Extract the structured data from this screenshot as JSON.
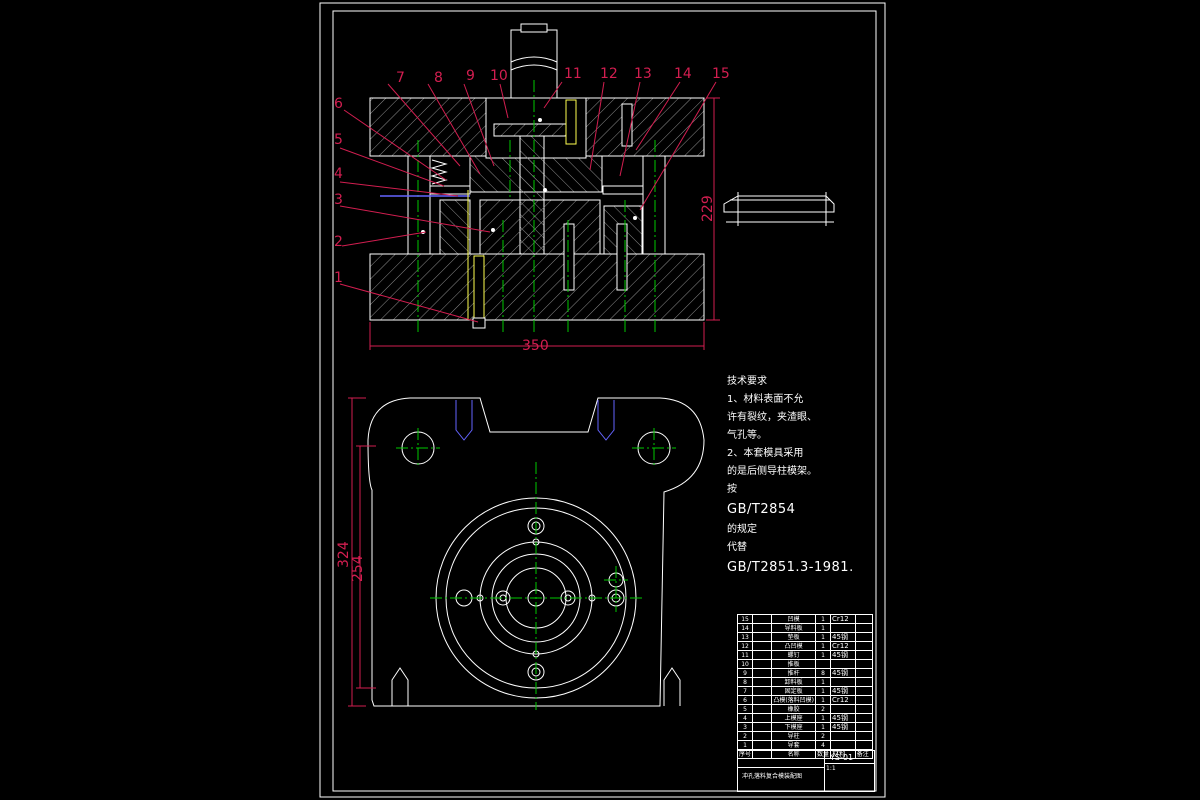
{
  "drawing": {
    "part_labels": [
      "1",
      "2",
      "3",
      "4",
      "5",
      "6",
      "7",
      "8",
      "9",
      "10",
      "11",
      "12",
      "13",
      "14",
      "15"
    ],
    "dimensions": {
      "width_front": "350",
      "height_front": "229",
      "plan_outer": "324",
      "plan_inner": "254"
    },
    "colors": {
      "background": "#000000",
      "outline": "#ffffff",
      "leader": "#d21e50",
      "centerline": "#00c800",
      "hatch": "#8c8c8c",
      "hidden": "#6464ff",
      "highlight": "#ffff50"
    }
  },
  "technical_requirements": {
    "title": "技术要求",
    "lines": [
      "1、材料表面不允",
      "许有裂纹，夹渣眼、",
      "气孔等。",
      "2、本套模具采用",
      "的是后侧导柱模架。",
      "按",
      "GB/T2854",
      "的规定",
      "代替",
      "GB/T2851.3-1981."
    ]
  },
  "bom": {
    "rows": [
      {
        "no": "15",
        "name": "凹模",
        "qty": "1",
        "material": "Cr12"
      },
      {
        "no": "14",
        "name": "导料板",
        "qty": "1",
        "material": ""
      },
      {
        "no": "13",
        "name": "垫板",
        "qty": "1",
        "material": "45钢"
      },
      {
        "no": "12",
        "name": "凸凹模",
        "qty": "1",
        "material": "Cr12"
      },
      {
        "no": "11",
        "name": "螺钉",
        "qty": "1",
        "material": "45钢"
      },
      {
        "no": "10",
        "name": "推板",
        "qty": "",
        "material": ""
      },
      {
        "no": "9",
        "name": "推杆",
        "qty": "8",
        "material": "45钢"
      },
      {
        "no": "8",
        "name": "卸料板",
        "qty": "1",
        "material": ""
      },
      {
        "no": "7",
        "name": "固定板",
        "qty": "1",
        "material": "45钢"
      },
      {
        "no": "6",
        "name": "凸模(落料凹模)",
        "qty": "1",
        "material": "Cr12"
      },
      {
        "no": "5",
        "name": "橡胶",
        "qty": "2",
        "material": ""
      },
      {
        "no": "4",
        "name": "上模座",
        "qty": "1",
        "material": "45钢"
      },
      {
        "no": "3",
        "name": "下模座",
        "qty": "1",
        "material": "45钢"
      },
      {
        "no": "2",
        "name": "导柱",
        "qty": "2",
        "material": ""
      },
      {
        "no": "1",
        "name": "导套",
        "qty": "4",
        "material": ""
      }
    ],
    "header": {
      "no": "序号",
      "name": "名称",
      "qty": "数量",
      "material": "材料",
      "note": "备注"
    }
  },
  "title_block": {
    "drawing_no": "YS-01",
    "name": "冲孔落料复合模装配图",
    "scale": "1:1"
  }
}
